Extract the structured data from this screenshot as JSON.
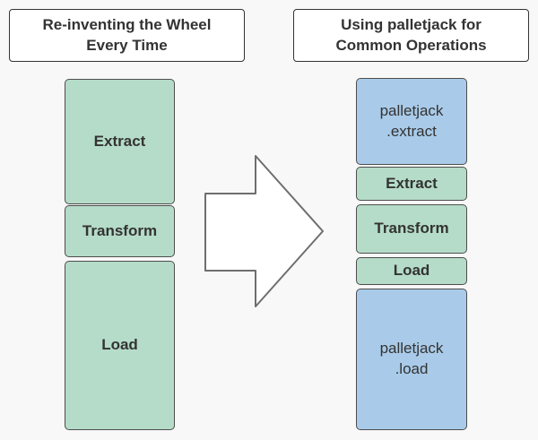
{
  "colors": {
    "background": "#f9f8f8",
    "manual_fill": "#b5dcc8",
    "palletjack_fill": "#a9cbe9",
    "box_border": "#4d4d4d",
    "title_fill": "#ffffff",
    "title_border": "#333333",
    "text": "#333333",
    "arrow_fill": "#ffffff",
    "arrow_border": "#6e6e6e"
  },
  "left_panel": {
    "title": "Re-inventing the Wheel\nEvery Time",
    "boxes": [
      {
        "label": "Extract"
      },
      {
        "label": "Transform"
      },
      {
        "label": "Load"
      }
    ]
  },
  "right_panel": {
    "title": "Using palletjack for\nCommon Operations",
    "boxes": [
      {
        "label": "palletjack\n.extract"
      },
      {
        "label": "Extract"
      },
      {
        "label": "Transform"
      },
      {
        "label": "Load"
      },
      {
        "label": "palletjack\n.load"
      }
    ]
  },
  "arrow": {
    "direction": "right"
  }
}
